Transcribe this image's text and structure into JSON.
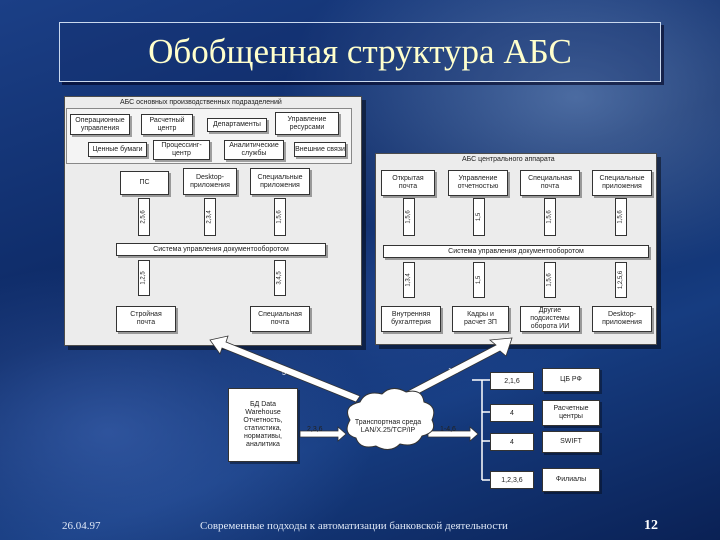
{
  "slide": {
    "title": "Обобщенная структура АБС",
    "footer_date": "26.04.97",
    "footer_text": "Современные подходы к автоматизации банковской деятельности",
    "page_number": "12"
  },
  "left_panel": {
    "header": "АБС основных производственных подразделений",
    "top_boxes": [
      "Операционные\nуправления",
      "Расчетный\nцентр",
      "Управление\nресурсами",
      "Департаменты",
      "Ценные бумаги",
      "Процессинг-\nцентр",
      "Аналитические\nслужбы",
      "Внешние связи"
    ],
    "mid_boxes": [
      "ПС",
      "Desktop-\nприложения",
      "Специальные\nприложения"
    ],
    "bar": "Система управления документооборотом",
    "bottom_boxes": [
      "Стройная\nпочта",
      "Специальная\nпочта"
    ],
    "arrow_labels": [
      "2,5,6",
      "2,3,4",
      "1,5,6",
      "1,2,5",
      "3,4,5"
    ]
  },
  "right_panel": {
    "header": "АБС центрального аппарата",
    "mid_boxes": [
      "Открытая\nпочта",
      "Управление\nотчетностью",
      "Специальная\nпочта",
      "Специальные\nприложения"
    ],
    "bar": "Система управления документооборотом",
    "bottom_boxes": [
      "Внутренняя\nбухгалтерия",
      "Кадры и\nрасчет ЗП",
      "Другие подсистемы\nоборота ИИ",
      "Desktop-\nприложения"
    ],
    "arrow_labels": [
      "1,5,6",
      "1,5",
      "1,5,6",
      "1,5,6",
      "1,3,4",
      "1,5",
      "1,5,6",
      "1,2,5,6"
    ]
  },
  "bottom": {
    "db_box": "БД Data\nWarehouse\nОтчетность,\nстатистика,\nнормативы,\nаналитика",
    "network": "Транспортная среда\nLAN/X.25/TCP/IP",
    "left_label": "2,3,6",
    "right_label": "1-4,6",
    "top_left_label": "5",
    "top_right_label": "1,2",
    "pent_labels": [
      "2,1,6",
      "4",
      "4",
      "1,2,3,6"
    ],
    "targets": [
      "ЦБ РФ",
      "Расчетные\nцентры",
      "SWIFT",
      "Филиалы"
    ]
  }
}
